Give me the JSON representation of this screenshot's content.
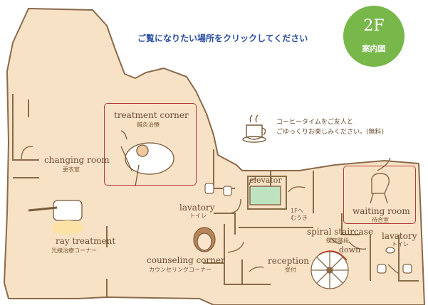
{
  "header": {
    "instruction": "ご覧になりたい場所をクリックしてください",
    "floor_label": "2F",
    "floor_guide": "案内図"
  },
  "colors": {
    "floor_fill": "#f8e2c6",
    "wall": "#8a6a4a",
    "badge": "#78b84a",
    "instruction_text": "#2a4ea0",
    "selected_border": "#b33a3a"
  },
  "notice": {
    "line1": "コーヒータイムをご友人と",
    "line2": "ごゆっくりお楽しみください。(無料)",
    "icon": "coffee-cup-icon"
  },
  "rooms": {
    "treatment": {
      "en": "treatment corner",
      "jp": "鍼灸治療",
      "selected": true
    },
    "changing": {
      "en": "changing room",
      "jp": "更衣室"
    },
    "ray": {
      "en": "ray treatment",
      "jp": "光線治療コーナー"
    },
    "lavatory_left": {
      "en": "lavatory",
      "jp": "トイレ"
    },
    "elevator": {
      "en": "elevator",
      "note": "1Fへ\nむうき"
    },
    "waiting": {
      "en": "waiting room",
      "jp": "待合室"
    },
    "spiral": {
      "en": "spiral staircase",
      "jp": "螺旋階段",
      "down": "down"
    },
    "lavatory_right": {
      "en": "lavatory",
      "jp": "トイレ"
    },
    "counseling": {
      "en": "counseling corner",
      "jp": "カウンセリングコーナー"
    },
    "reception": {
      "en": "reception",
      "jp": "受付"
    }
  }
}
